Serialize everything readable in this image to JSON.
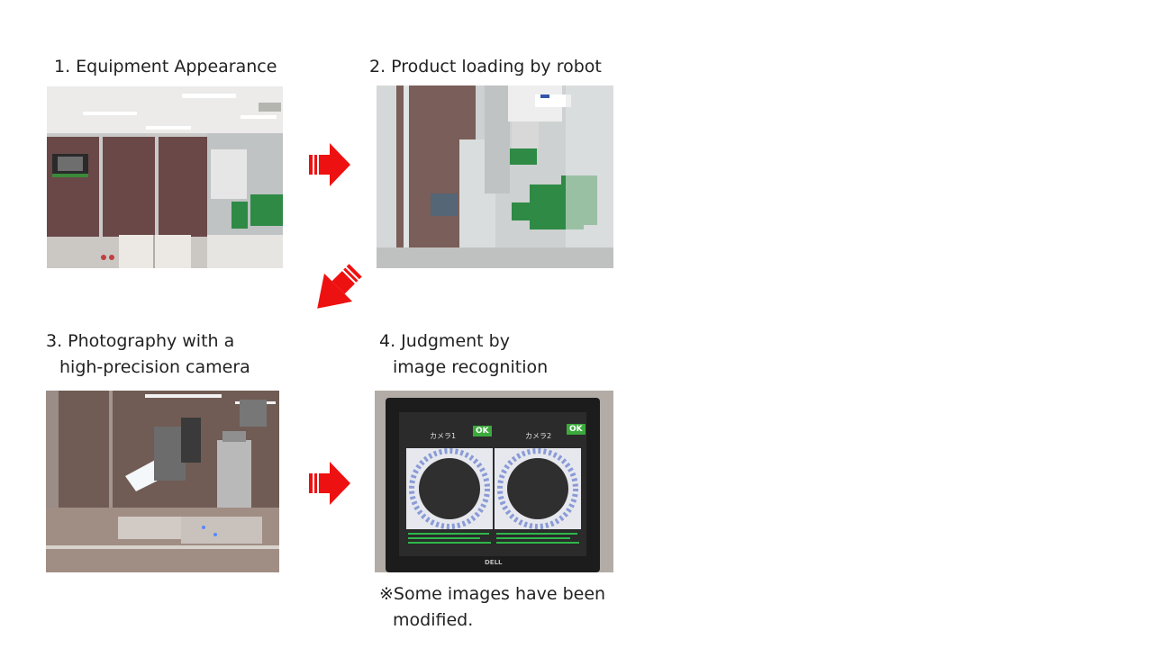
{
  "steps": [
    {
      "caption": "1. Equipment Appearance"
    },
    {
      "caption": "2. Product loading by robot"
    },
    {
      "caption_line1": "3. Photography with a",
      "caption_line2": "high-precision camera"
    },
    {
      "caption_line1": "4. Judgment by",
      "caption_line2": "image recognition"
    }
  ],
  "monitor": {
    "camera1_label": "カメラ1",
    "camera2_label": "カメラ2",
    "status1": "OK",
    "status2": "OK",
    "brand": "DELL"
  },
  "note": {
    "line1": "※Some images have been",
    "line2": "modified."
  },
  "colors": {
    "arrow": "#ee1111",
    "ok_badge": "#3caa3c",
    "green_crates": "#2e8a45"
  }
}
